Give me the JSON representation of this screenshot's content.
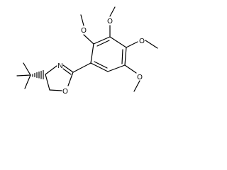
{
  "molecule": {
    "atoms": [
      {
        "id": "O1",
        "label": "O"
      },
      {
        "id": "O2",
        "label": "O"
      },
      {
        "id": "O3",
        "label": "O"
      },
      {
        "id": "O4",
        "label": "O"
      },
      {
        "id": "N1",
        "label": "N"
      },
      {
        "id": "O5",
        "label": "O"
      }
    ]
  }
}
